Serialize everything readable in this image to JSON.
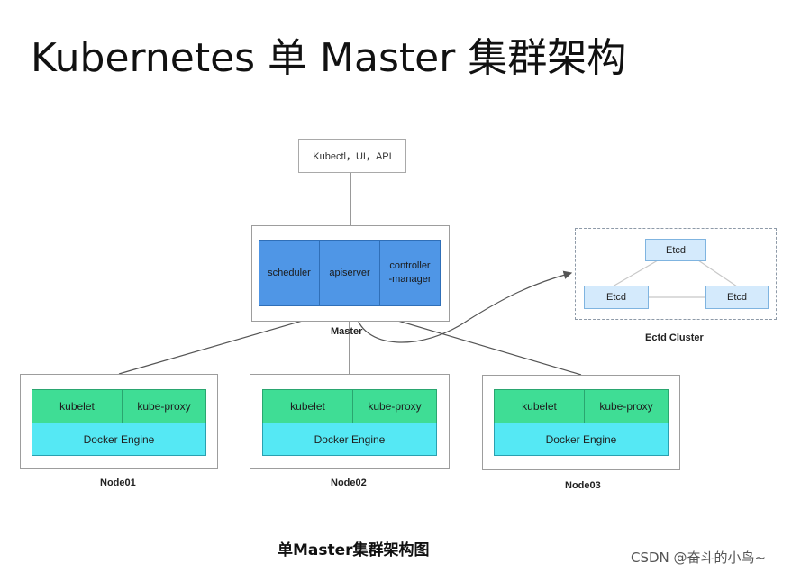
{
  "title": "Kubernetes 单 Master 集群架构",
  "client": {
    "label": "Kubectl，UI，API"
  },
  "master": {
    "label": "Master",
    "components": [
      "scheduler",
      "apiserver",
      "controller\n-manager"
    ]
  },
  "etcd_cluster": {
    "label": "Ectd Cluster",
    "nodes": [
      "Etcd",
      "Etcd",
      "Etcd"
    ]
  },
  "nodes": [
    {
      "label": "Node01",
      "kubelet": "kubelet",
      "proxy": "kube-proxy",
      "engine": "Docker Engine"
    },
    {
      "label": "Node02",
      "kubelet": "kubelet",
      "proxy": "kube-proxy",
      "engine": "Docker Engine"
    },
    {
      "label": "Node03",
      "kubelet": "kubelet",
      "proxy": "kube-proxy",
      "engine": "Docker Engine"
    }
  ],
  "caption": "单Master集群架构图",
  "watermark": "CSDN @奋斗的小鸟~",
  "colors": {
    "master_component": "#4f96e6",
    "kubelet_proxy": "#3fdd95",
    "docker_engine": "#55e8f4",
    "etcd": "#d4eafc"
  }
}
